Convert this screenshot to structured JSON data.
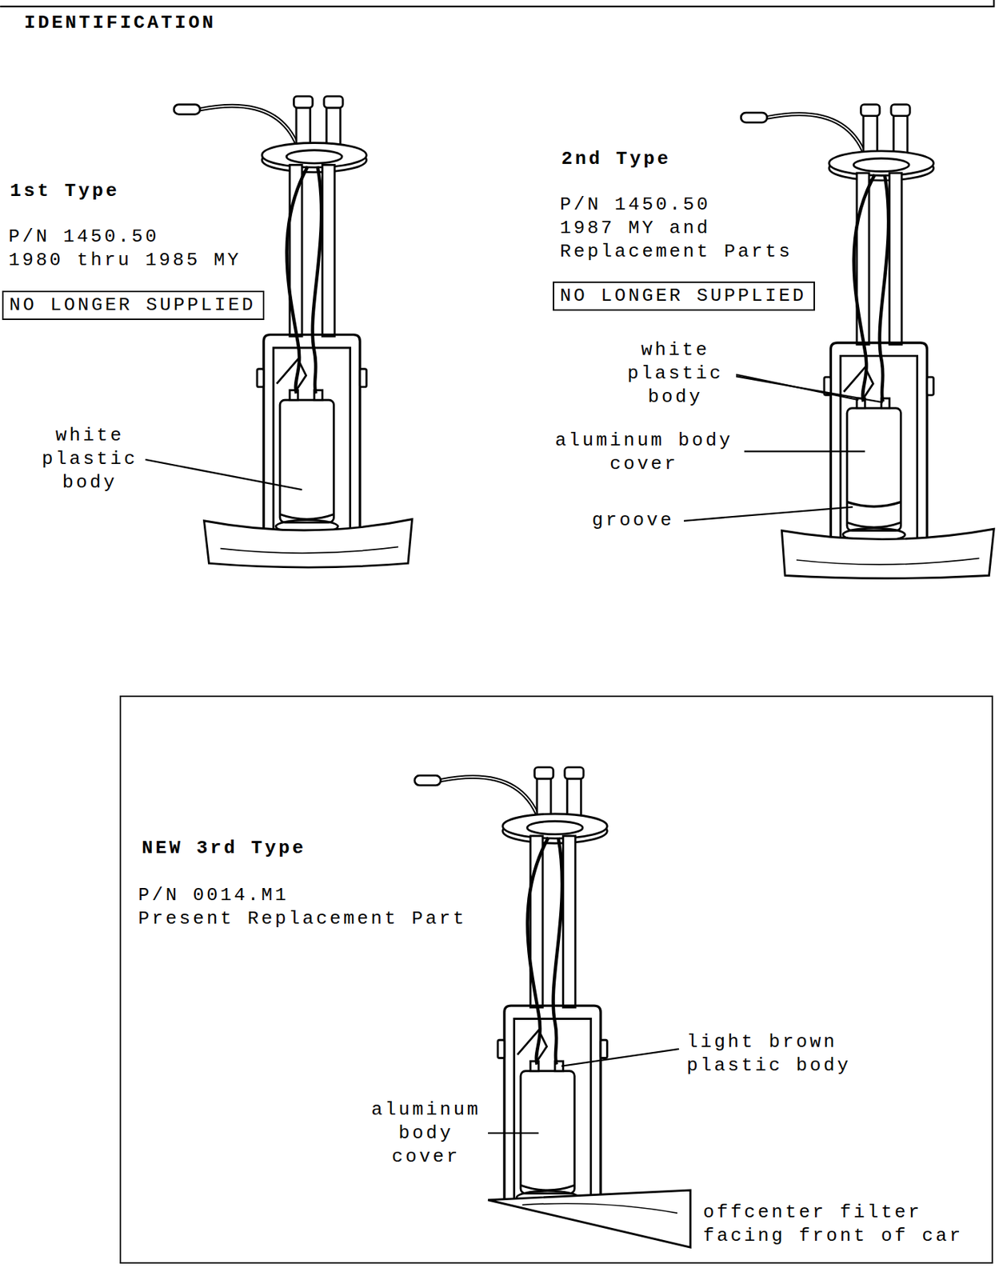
{
  "diagram": {
    "title": "IDENTIFICATION",
    "nodes": [
      {
        "text": [
          "NO LONGER SUPPLIED"
        ]
      },
      {
        "text": [
          "NO LONGER SUPPLIED"
        ]
      },
      {
        "text": [
          "NEW 3rd Type",
          "P/N 0014.M1 Present Replacement Part",
          "light brown plastic body",
          "aluminum body cover",
          "offcenter filter facing front of car"
        ]
      }
    ],
    "labels": [
      "1st Type",
      "P/N 1450.50 1980 thru 1985 MY",
      "white plastic body",
      "2nd Type",
      "P/N 1450.50 1987 MY and Replacement Parts",
      "white plastic body",
      "aluminum body cover",
      "groove"
    ]
  }
}
